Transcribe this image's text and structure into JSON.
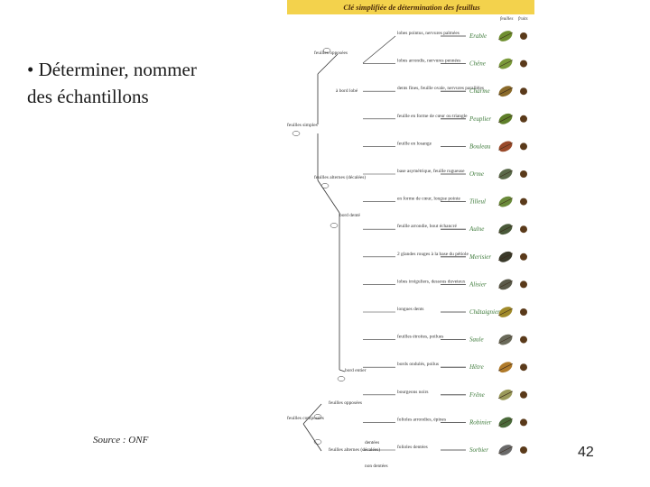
{
  "slide": {
    "bullet_marker": "•",
    "bullet_text_line1": "Déterminer, nommer",
    "bullet_text_line2": "des échantillons",
    "source": "Source : ONF",
    "page_number": "42"
  },
  "key": {
    "title": "Clé simplifiée de détermination des feuillus",
    "col_leaf": "feuilles",
    "col_fruit": "fruits",
    "trees": [
      "Erable",
      "Chêne",
      "Charme",
      "Peuplier",
      "Bouleau",
      "Orme",
      "Tilleul",
      "Aulne",
      "Merisier",
      "Alisier",
      "Châtaignier",
      "Saule",
      "Hêtre",
      "Frêne",
      "Robinier",
      "Sorbier"
    ],
    "node_labels": [
      "feuilles opposées",
      "feuilles simples",
      "feuilles alternes (décalées)",
      "bord denté",
      "à bord lobé",
      "bord entier",
      "feuilles composées",
      "feuilles opposées",
      "feuilles alternes (décalées)",
      "dentées",
      "non dentées"
    ],
    "descriptions": [
      "lobes pointus, nervures palmées",
      "lobes arrondis, nervures pennées",
      "dents fines, feuille ovale, nervures parallèles",
      "feuille en forme de cœur ou triangle",
      "feuille en losange",
      "base asymétrique, feuille rugueuse",
      "en forme de cœur, longue pointe",
      "feuille arrondie, bout échancré",
      "2 glandes rouges à la base du pétiole",
      "lobes irréguliers, dessous duveteux",
      "longues dents",
      "feuilles étroites, poilues",
      "bords ondulés, poilus",
      "bourgeons noirs",
      "folioles arrondies, épines",
      "folioles dentées"
    ]
  }
}
